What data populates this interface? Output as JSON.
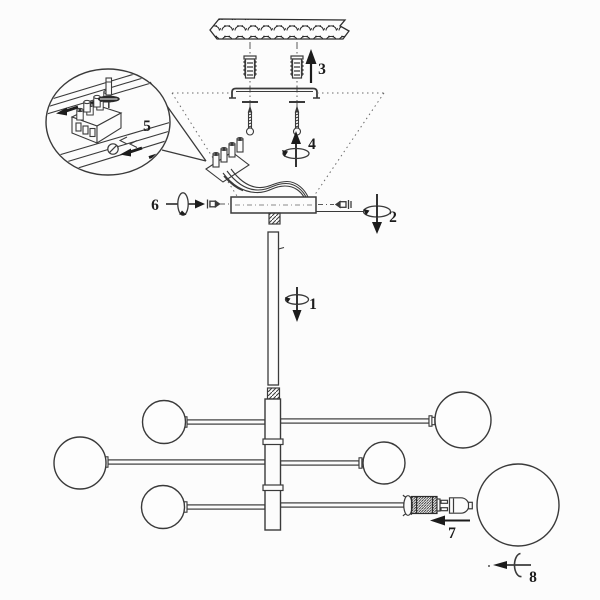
{
  "colors": {
    "line": "#3a3a3a",
    "background": "#fcfcfc",
    "solid_black": "#1c1c1c"
  },
  "callouts": {
    "hang_rod": "1",
    "canopy_lock": "2",
    "wall_anchors": "3",
    "mount_screws": "4",
    "wiring_detail": "5",
    "side_screw": "6",
    "bulb_insert": "7",
    "globe_attach": "8"
  }
}
